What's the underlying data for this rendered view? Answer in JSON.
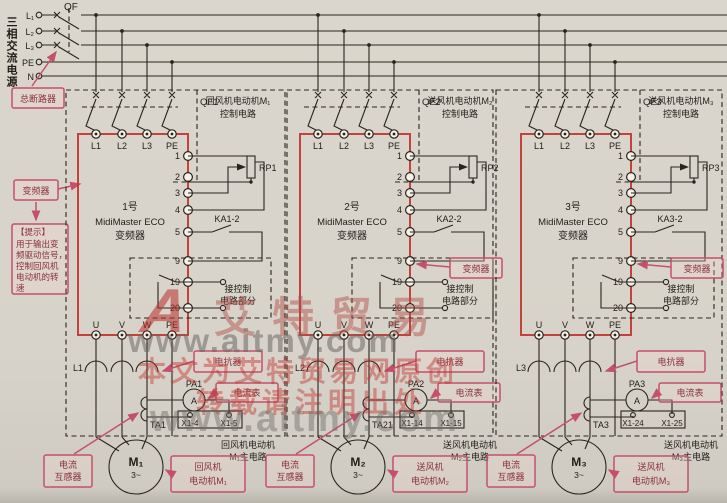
{
  "power": {
    "qf_label": "QF",
    "source_label": "三相交流电源",
    "main_breaker_label": "总断路器",
    "bus_labels": [
      "L₁",
      "L₂",
      "L₃",
      "PE",
      "N"
    ]
  },
  "left_panel": {
    "inverter_callout": "变频器",
    "tip_lines": [
      "【提示】",
      "用于输出变",
      "频驱动信号，",
      "控制回风机",
      "电动机的转",
      "速"
    ]
  },
  "sections": [
    {
      "qf": "QF1",
      "header1": "回风机电动机M₁",
      "header2": "控制电路",
      "inputs": [
        "L1",
        "L2",
        "L3",
        "PE"
      ],
      "inv_no": "1号",
      "inv_name": "MidiMaster ECO",
      "inv_type": "变频器",
      "terminals": [
        "1",
        "2",
        "3",
        "4",
        "5",
        "9",
        "19",
        "20"
      ],
      "rp": "RP1",
      "ka": "KA1-2",
      "ctrl1": "接控制",
      "ctrl2": "电路部分",
      "outputs": [
        "U",
        "V",
        "W",
        "PE"
      ],
      "reactor_ref": "L1",
      "reactor_callout": "电抗器",
      "pa": "PA1",
      "meter": "A",
      "meter_callout": "电流表",
      "ta": "TA1",
      "x1": "X1-4",
      "x2": "X1-5",
      "main1": "回风机电动机",
      "main2": "M₁主电路",
      "ct1": "电流",
      "ct2": "互感器",
      "motor": "M₁",
      "phase": "3~",
      "motor1": "回风机",
      "motor2": "电动机M₁",
      "inv_callout": ""
    },
    {
      "qf": "QF2",
      "header1": "送风机电动机M₂",
      "header2": "控制电路",
      "inputs": [
        "L1",
        "L2",
        "L3",
        "PE"
      ],
      "inv_no": "2号",
      "inv_name": "MidiMaster ECO",
      "inv_type": "变频器",
      "terminals": [
        "1",
        "2",
        "3",
        "4",
        "5",
        "9",
        "19",
        "20"
      ],
      "rp": "RP2",
      "ka": "KA2-2",
      "ctrl1": "接控制",
      "ctrl2": "电路部分",
      "outputs": [
        "U",
        "V",
        "W",
        "PE"
      ],
      "reactor_ref": "L2",
      "reactor_callout": "电抗器",
      "pa": "PA2",
      "meter": "A",
      "meter_callout": "电流表",
      "ta": "TA21",
      "x1": "X1-14",
      "x2": "X1-15",
      "main1": "送风机电动机",
      "main2": "M₂主电路",
      "ct1": "电流",
      "ct2": "互感器",
      "motor": "M₂",
      "phase": "3~",
      "motor1": "送风机",
      "motor2": "电动机M₂",
      "inv_callout": "变频器"
    },
    {
      "qf": "QF3",
      "header1": "送风机电动机M₃",
      "header2": "控制电路",
      "inputs": [
        "L1",
        "L2",
        "L3",
        "PE"
      ],
      "inv_no": "3号",
      "inv_name": "MidiMaster ECO",
      "inv_type": "变频器",
      "terminals": [
        "1",
        "2",
        "3",
        "4",
        "5",
        "9",
        "19",
        "20"
      ],
      "rp": "RP3",
      "ka": "KA3-2",
      "ctrl1": "接控制",
      "ctrl2": "电路部分",
      "outputs": [
        "U",
        "V",
        "W",
        "PE"
      ],
      "reactor_ref": "L3",
      "reactor_callout": "电抗器",
      "pa": "PA3",
      "meter": "A",
      "meter_callout": "电流表",
      "ta": "TA3",
      "x1": "X1-24",
      "x2": "X1-25",
      "main1": "送风机电动机",
      "main2": "M₃主电路",
      "ct1": "电流",
      "ct2": "互感器",
      "motor": "M₃",
      "phase": "3~",
      "motor1": "送风机",
      "motor2": "电动机M₃",
      "inv_callout": "变频器"
    }
  ],
  "watermark": {
    "logo_letter": "A",
    "brand": "艾特贸易",
    "url_top": "www.aitmy.com",
    "line1": "本文为艾特贸易网原创",
    "line2": "转载请注明出处",
    "url_bottom": "www.aitmy.com"
  }
}
